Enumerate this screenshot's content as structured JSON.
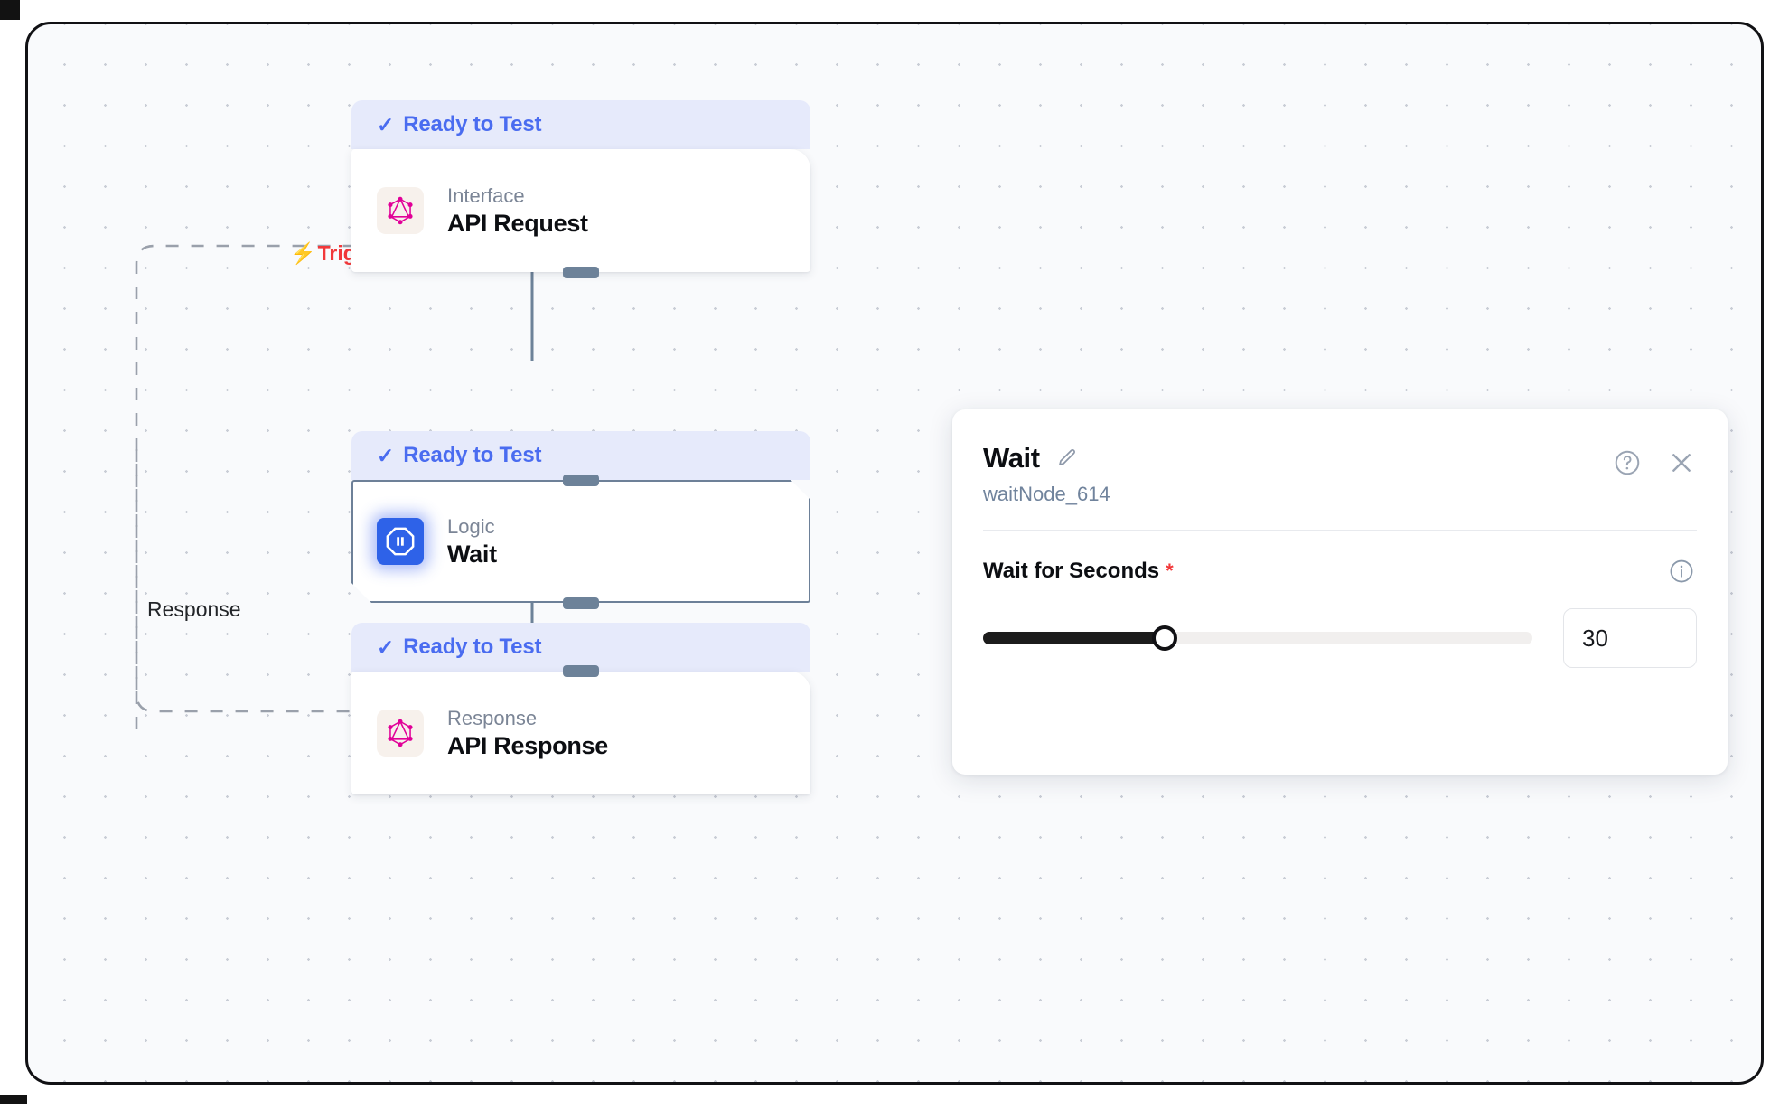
{
  "canvas": {
    "edge_labels": {
      "trigger": "Trigger",
      "trigger_icon": "bolt-icon",
      "response": "Response"
    },
    "colors": {
      "status_bg": "#e6eafb",
      "status_text": "#4a6cf0",
      "trigger_red": "#f2383a",
      "handle": "#6d8299",
      "selected_border": "#6d8098",
      "wait_icon_bg": "#2e62e8",
      "graphql_pink": "#e10098",
      "panel_bg": "#ffffff"
    }
  },
  "nodes": [
    {
      "id": "api-request",
      "status": "Ready to Test",
      "status_icon": "check-icon",
      "kind": "Interface",
      "title": "API Request",
      "icon": "graphql-icon",
      "selected": false
    },
    {
      "id": "wait",
      "status": "Ready to Test",
      "status_icon": "check-icon",
      "kind": "Logic",
      "title": "Wait",
      "icon": "wait-pause-icon",
      "selected": true
    },
    {
      "id": "api-response",
      "status": "Ready to Test",
      "status_icon": "check-icon",
      "kind": "Response",
      "title": "API Response",
      "icon": "graphql-icon",
      "selected": false
    }
  ],
  "panel": {
    "title": "Wait",
    "edit_icon": "pencil-icon",
    "subtitle": "waitNode_614",
    "help_icon": "question-circle-icon",
    "close_icon": "close-icon",
    "field": {
      "label": "Wait for Seconds",
      "required_marker": "*",
      "info_icon": "info-circle-icon",
      "value": "30",
      "slider_percent": 33
    }
  }
}
